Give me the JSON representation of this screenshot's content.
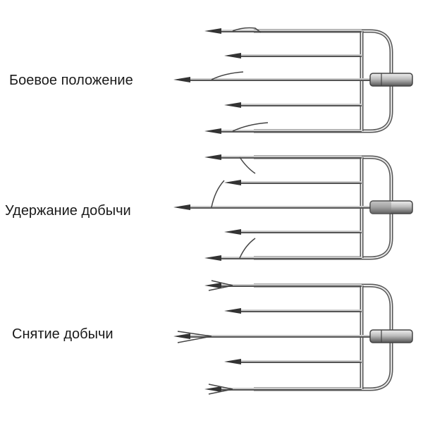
{
  "diagram": {
    "panels": [
      {
        "label": "Боевое положение",
        "icon": "spear-tip-combat-position-icon"
      },
      {
        "label": "Удержание добычи",
        "icon": "spear-tip-holding-catch-icon"
      },
      {
        "label": "Снятие добычи",
        "icon": "spear-tip-removing-catch-icon"
      }
    ]
  }
}
